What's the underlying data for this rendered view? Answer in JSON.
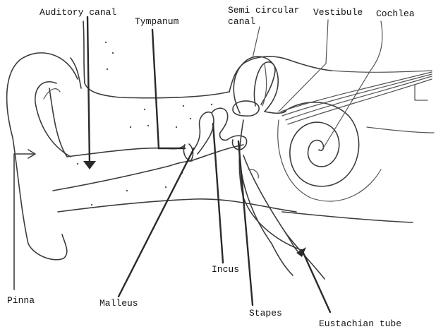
{
  "labels": {
    "auditory_canal": "Auditory canal",
    "tympanum": "Tympanum",
    "semi_circular_line1": "Semi circular",
    "semi_circular_line2": "canal",
    "vestibule": "Vestibule",
    "cochlea": "Cochlea",
    "pinna": "Pinna",
    "malleus": "Malleus",
    "incus": "Incus",
    "stapes": "Stapes",
    "eustachian_tube": "Eustachian tube"
  },
  "colors": {
    "ink": "#3c3c3c",
    "text": "#111111",
    "background": "#ffffff"
  }
}
